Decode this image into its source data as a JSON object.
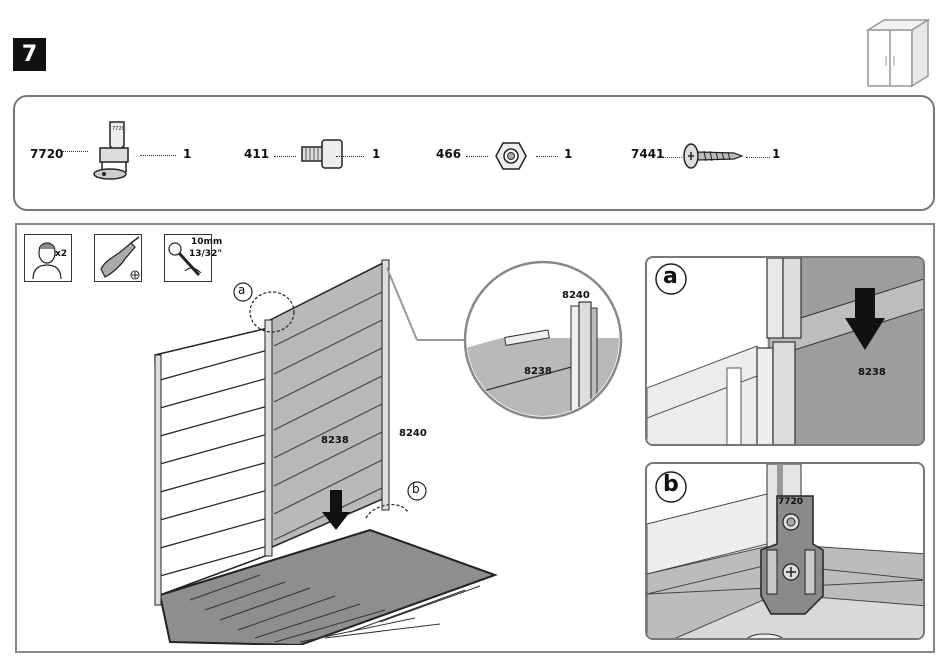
{
  "step": "7",
  "parts": [
    {
      "code": "7720",
      "qty": "1",
      "icon": "bracket-icon"
    },
    {
      "code": "411",
      "qty": "1",
      "icon": "square-nut-bolt-icon"
    },
    {
      "code": "466",
      "qty": "1",
      "icon": "hex-nut-icon"
    },
    {
      "code": "7441",
      "qty": "1",
      "icon": "screw-icon"
    }
  ],
  "tools": {
    "persons": "x2",
    "wrench_size": "10mm",
    "wrench_size_imperial": "13/32\""
  },
  "callouts": {
    "a": "a",
    "b": "b"
  },
  "labels": {
    "panel_left": "8238",
    "panel_right": "8240",
    "zoom_top": "8240",
    "zoom_mid": "8238",
    "detail_a": "8238",
    "detail_b": "7720"
  },
  "colors": {
    "panel_fill": "#b9b9b9",
    "floor_fill": "#8e8e8e",
    "outline": "#222222",
    "badge": "#111111"
  }
}
